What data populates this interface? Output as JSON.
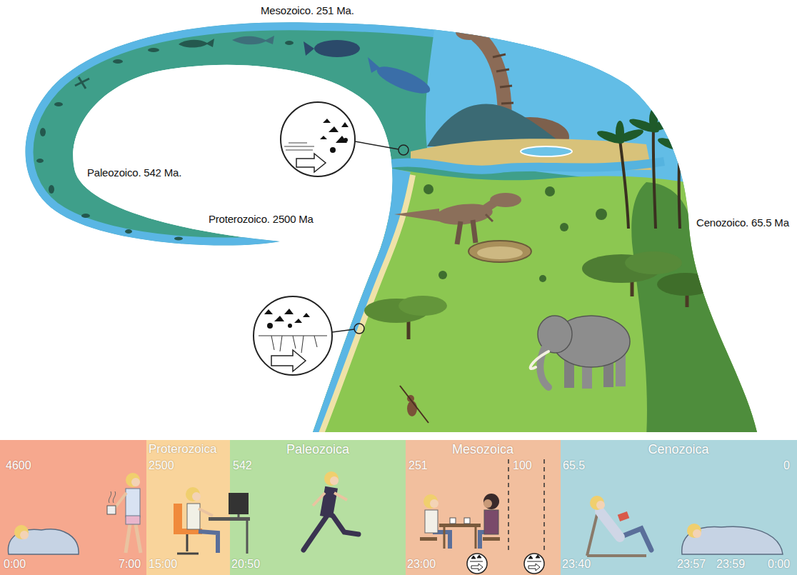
{
  "diagram": {
    "nodes": [
      {
        "text": [
          "4600",
          "0:00",
          "7:00"
        ]
      },
      {
        "text": [
          "Proterozoica",
          "2500",
          "15:00"
        ]
      },
      {
        "text": [
          "Paleozoica",
          "542",
          "20:50"
        ]
      },
      {
        "text": [
          "Mesozoica",
          "251",
          "100",
          "23:00"
        ]
      },
      {
        "text": [
          "Cenozoica",
          "65.5",
          "0",
          "23:40",
          "23:57",
          "23:59",
          "0:00"
        ]
      }
    ],
    "labels": [
      "Mesozoico. 251 Ma.",
      "Paleozoico. 542 Ma.",
      "Proterozoico. 2500 Ma",
      "Cenozoico. 65.5 Ma"
    ]
  }
}
